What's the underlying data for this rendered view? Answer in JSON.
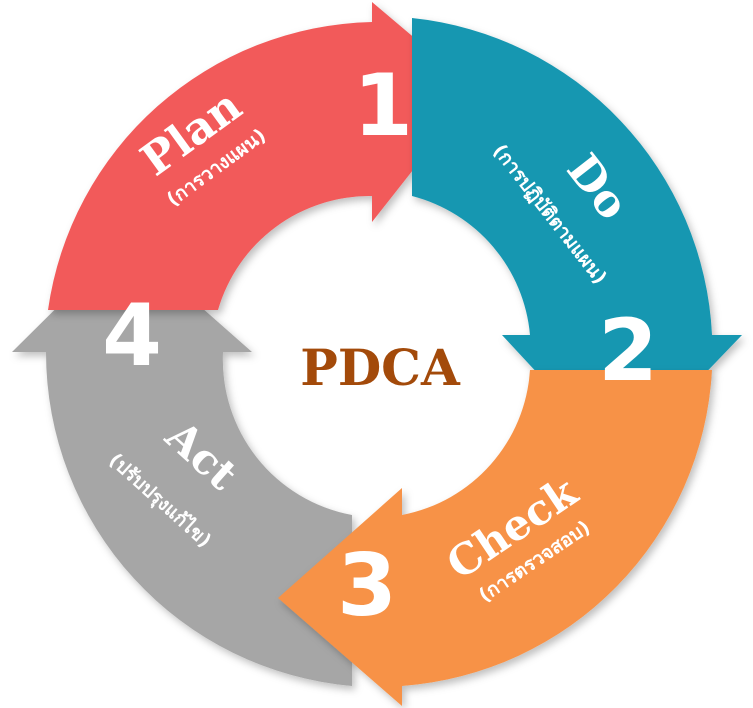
{
  "center_label": "PDCA",
  "colors": {
    "plan": "#f25a5a",
    "do": "#1497b1",
    "check": "#f79246",
    "act": "#a6a6a6",
    "center_text": "#a34a0a",
    "label_text": "#ffffff"
  },
  "steps": [
    {
      "number": "1",
      "name": "Plan",
      "subtitle": "(การวางแผน)"
    },
    {
      "number": "2",
      "name": "Do",
      "subtitle": "(การปฏิบัติตามแผน)"
    },
    {
      "number": "3",
      "name": "Check",
      "subtitle": "(การตรวจสอบ)"
    },
    {
      "number": "4",
      "name": "Act",
      "subtitle": "(ปรับปรุงแก้ไข)"
    }
  ]
}
